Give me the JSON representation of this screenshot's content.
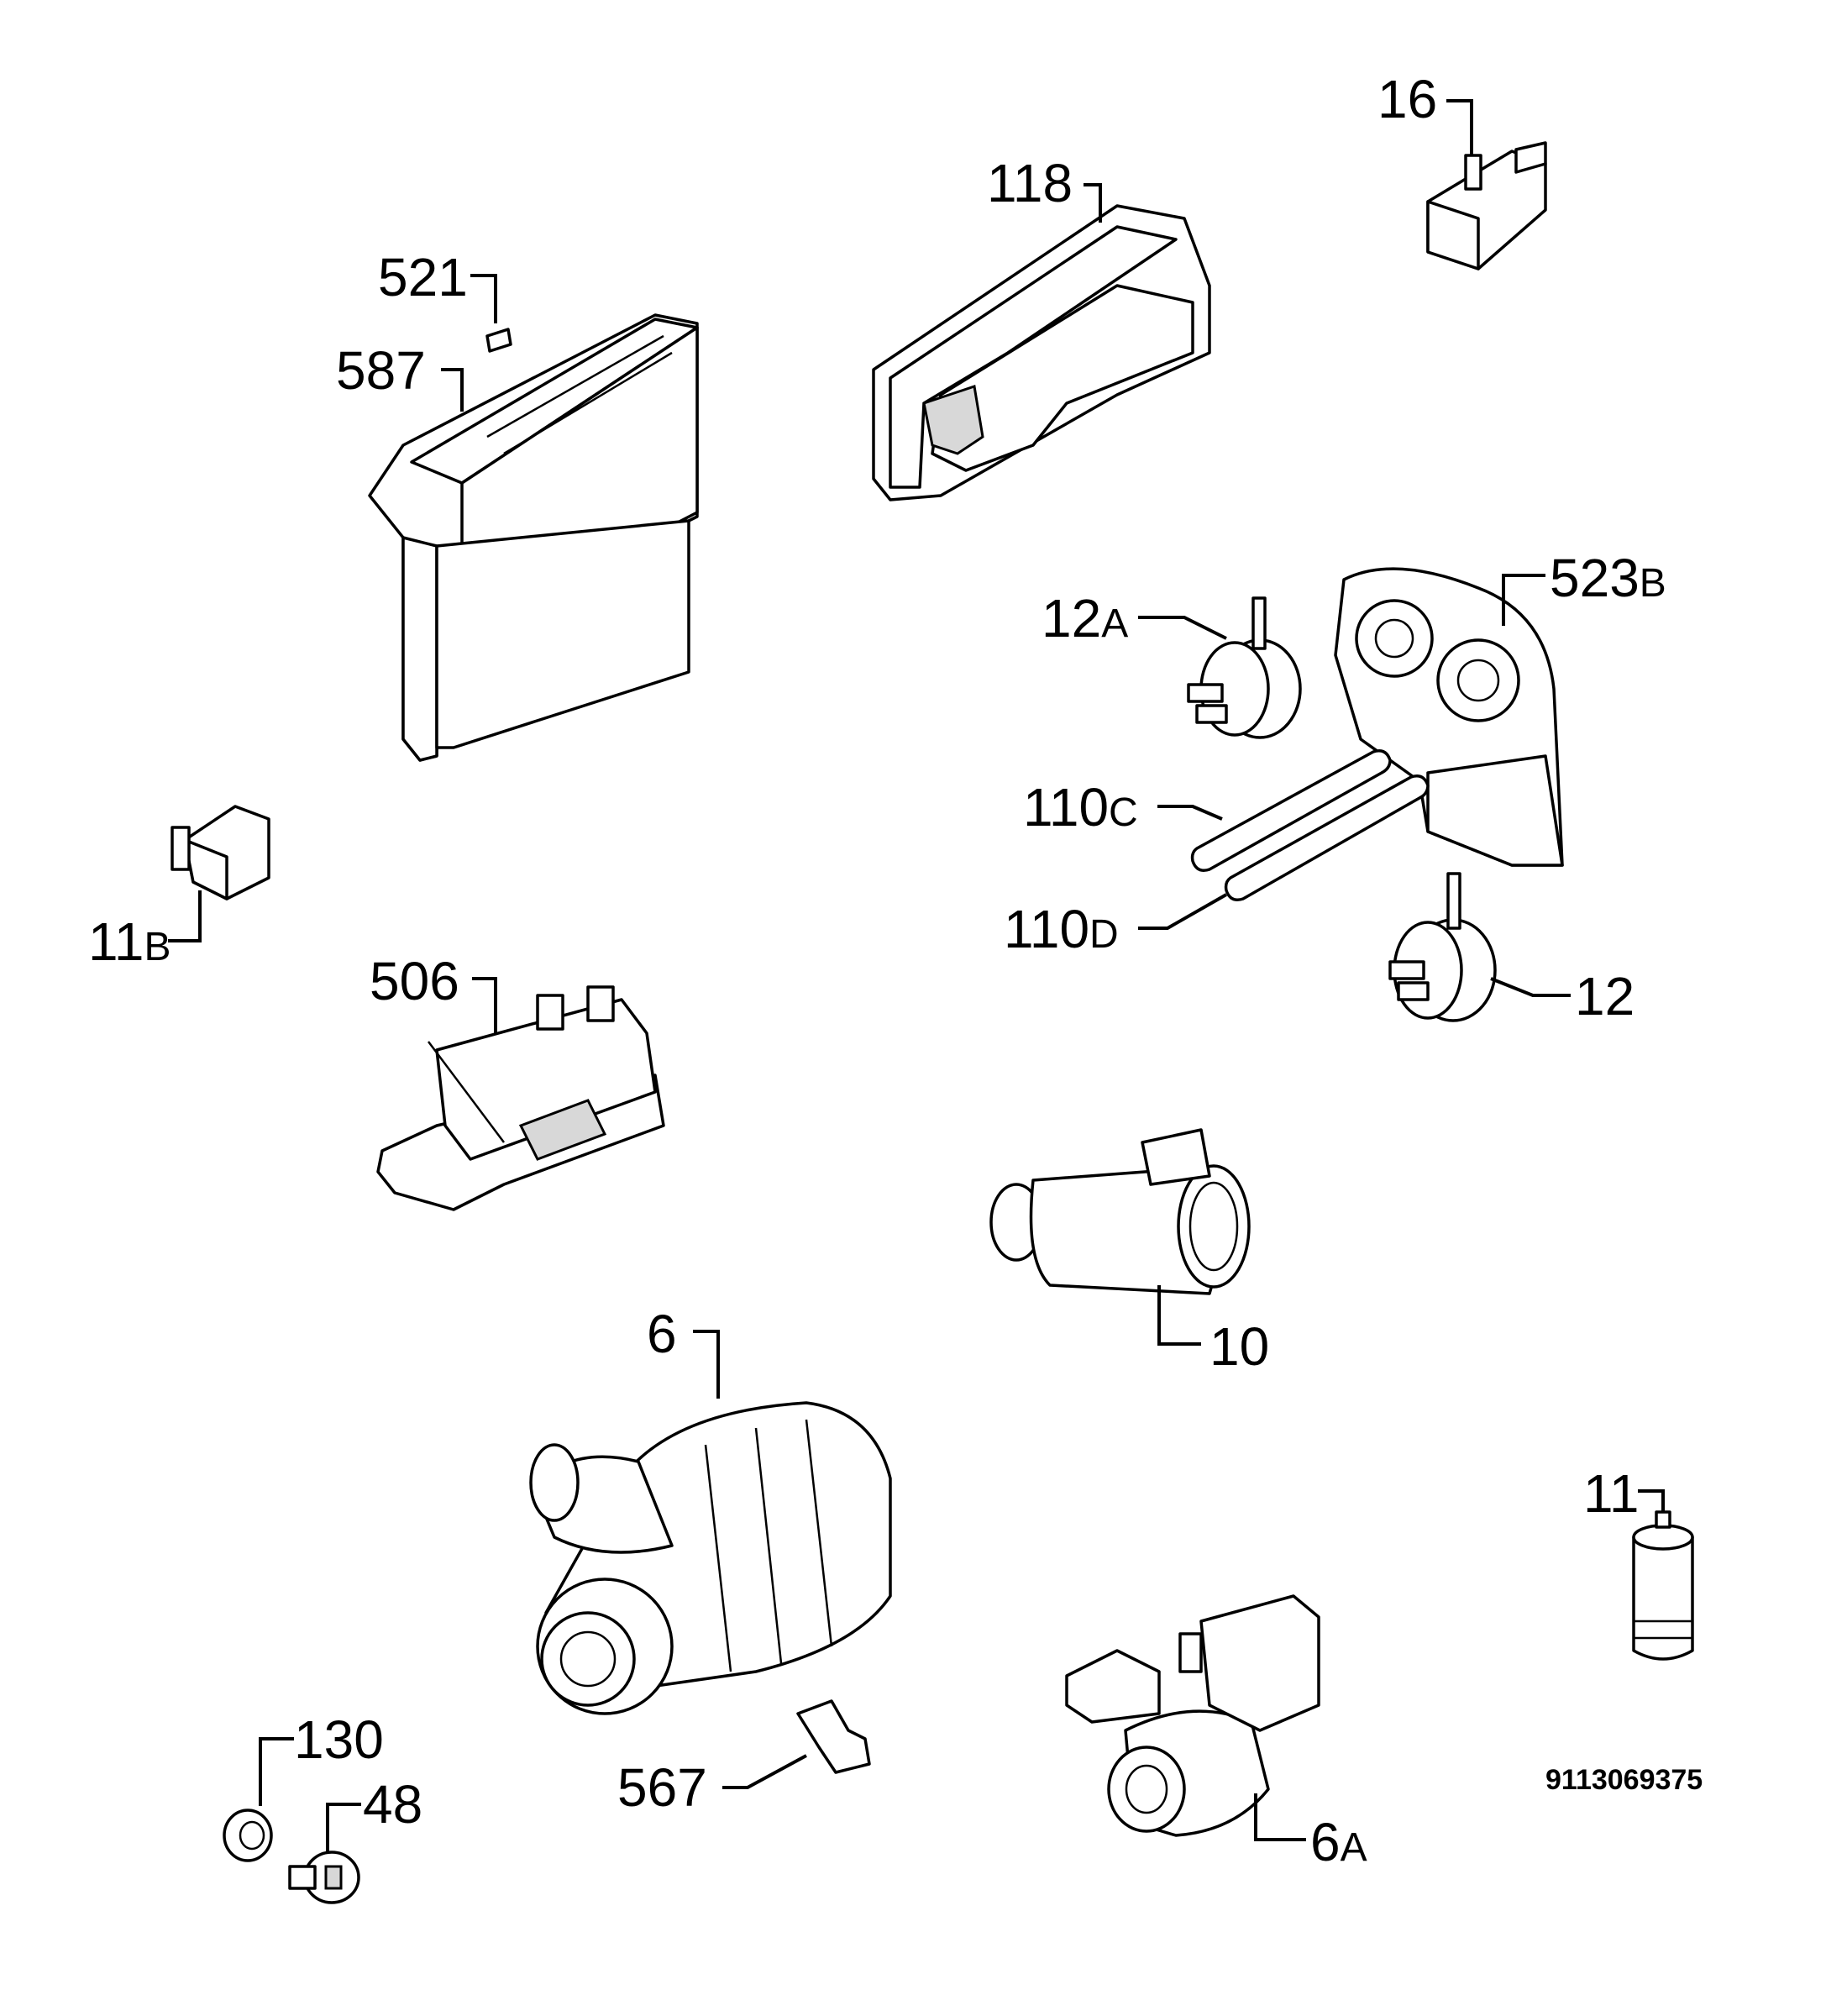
{
  "callouts": {
    "c16": {
      "num": "16",
      "suffix": ""
    },
    "c118": {
      "num": "118",
      "suffix": ""
    },
    "c521": {
      "num": "521",
      "suffix": ""
    },
    "c587": {
      "num": "587",
      "suffix": ""
    },
    "c12a": {
      "num": "12",
      "suffix": "A"
    },
    "c523b": {
      "num": "523",
      "suffix": "B"
    },
    "c110c": {
      "num": "110",
      "suffix": "C"
    },
    "c110d": {
      "num": "110",
      "suffix": "D"
    },
    "c11b": {
      "num": "11",
      "suffix": "B"
    },
    "c12": {
      "num": "12",
      "suffix": ""
    },
    "c506": {
      "num": "506",
      "suffix": ""
    },
    "c10": {
      "num": "10",
      "suffix": ""
    },
    "c6": {
      "num": "6",
      "suffix": ""
    },
    "c11": {
      "num": "11",
      "suffix": ""
    },
    "c130": {
      "num": "130",
      "suffix": ""
    },
    "c48": {
      "num": "48",
      "suffix": ""
    },
    "c567": {
      "num": "567",
      "suffix": ""
    },
    "c6a": {
      "num": "6",
      "suffix": "A"
    }
  },
  "catalog_number": "9113069375"
}
